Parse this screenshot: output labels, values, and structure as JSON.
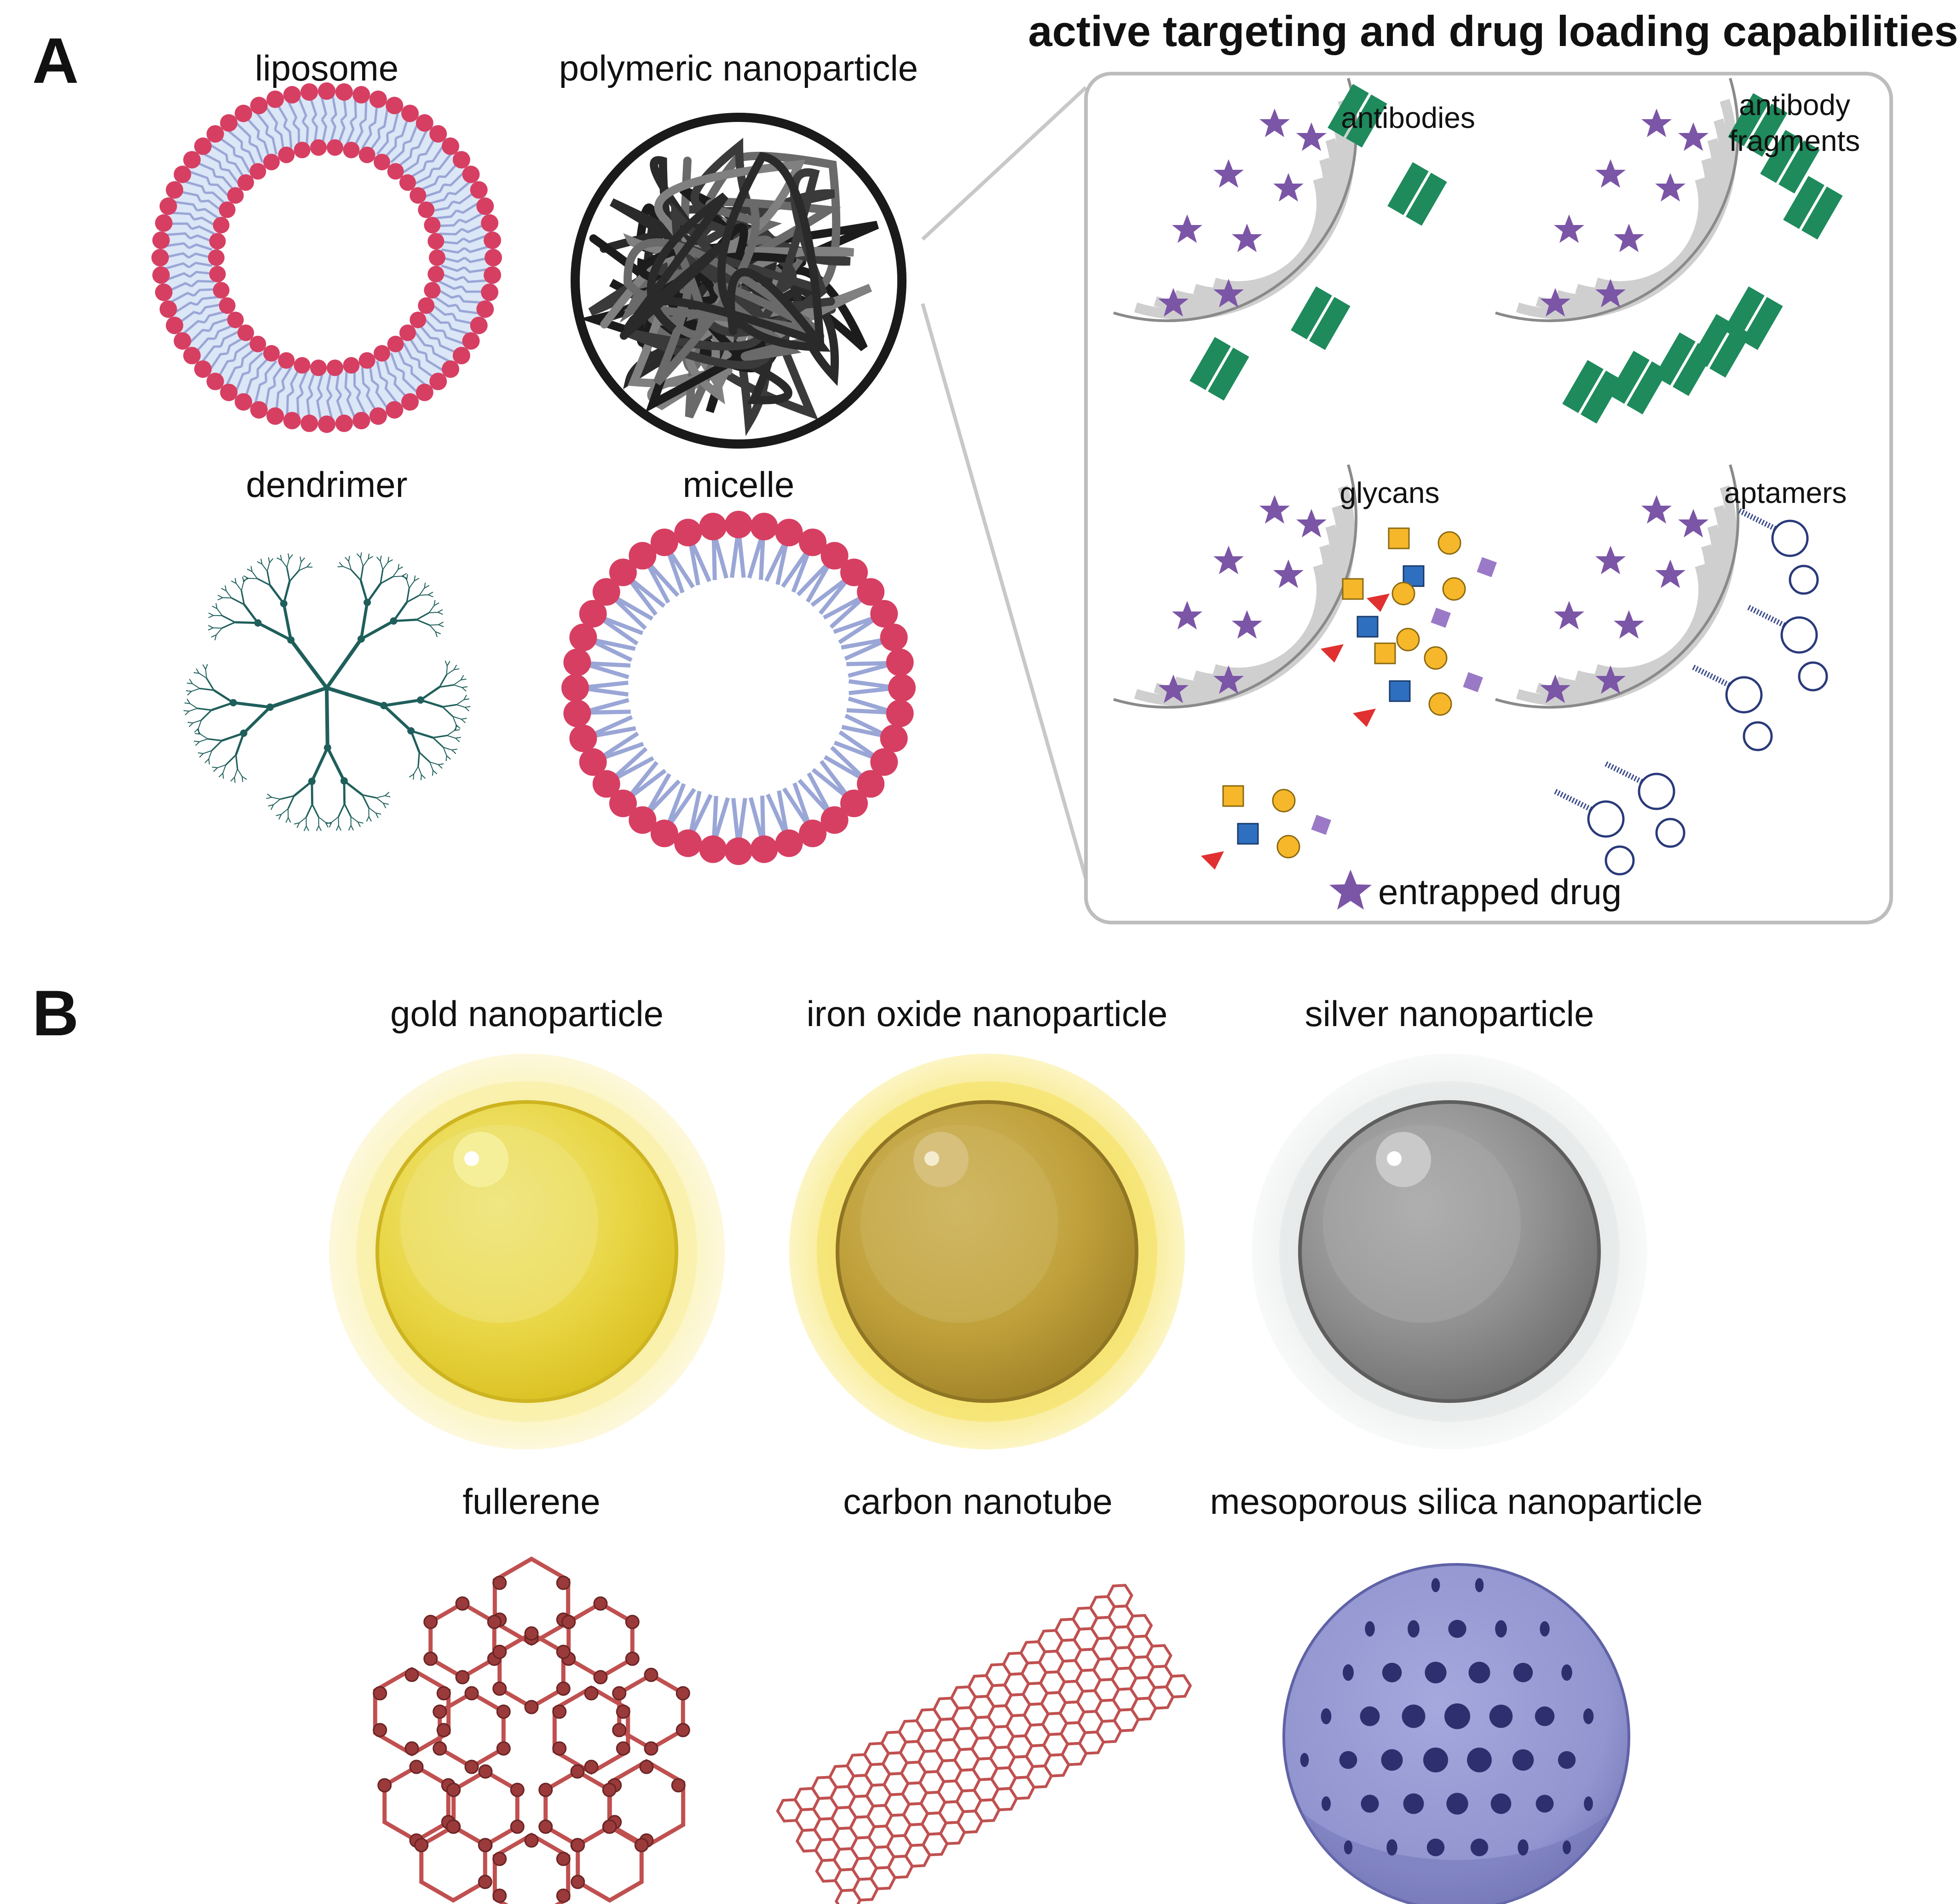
{
  "panel_a": {
    "letter": "A",
    "liposome": "liposome",
    "polymeric": "polymeric nanoparticle",
    "dendrimer": "dendrimer",
    "micelle": "micelle",
    "targeting_title": "active targeting and drug loading capabilities",
    "antibodies": "antibodies",
    "antibody_fragments_1": "antibody",
    "antibody_fragments_2": "fragments",
    "glycans": "glycans",
    "aptamers": "aptamers",
    "legend": "entrapped drug"
  },
  "panel_b": {
    "letter": "B",
    "gold": "gold nanoparticle",
    "iron": "iron oxide nanoparticle",
    "silver": "silver nanoparticle",
    "fullerene": "fullerene",
    "nanotube": "carbon nanotube",
    "silica": "mesoporous silica nanoparticle"
  },
  "colors": {
    "lipid_head": "#d63f62",
    "lipid_tail": "#9aa6d6",
    "bilayer_fill": "#dbe6f6",
    "polymer": "#2b2b2b",
    "dendrimer": "#1f5f5b",
    "antibody": "#1f8a5c",
    "drug": "#7b55a6",
    "gold": "#e8d23a",
    "iron": "#c0a13a",
    "silver": "#8a8a8a",
    "carbon": "#c05050",
    "silica": "#8d8fc8",
    "box_border": "#bdbdbd"
  }
}
